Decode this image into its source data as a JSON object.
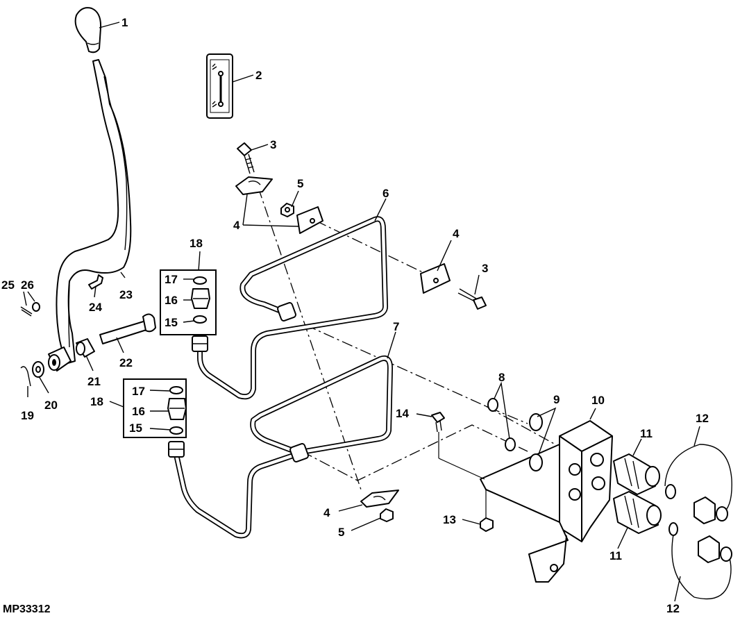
{
  "figure_id": "MP33312",
  "callouts": {
    "c1": "1",
    "c2": "2",
    "c3a": "3",
    "c3b": "3",
    "c4a": "4",
    "c4b": "4",
    "c4c": "4",
    "c5a": "5",
    "c5b": "5",
    "c6": "6",
    "c7": "7",
    "c8": "8",
    "c9": "9",
    "c10": "10",
    "c11a": "11",
    "c11b": "11",
    "c12a": "12",
    "c12b": "12",
    "c13": "13",
    "c14": "14",
    "c15a": "15",
    "c15b": "15",
    "c16a": "16",
    "c16b": "16",
    "c17a": "17",
    "c17b": "17",
    "c18a": "18",
    "c18b": "18",
    "c19": "19",
    "c20": "20",
    "c21": "21",
    "c22": "22",
    "c23": "23",
    "c24": "24",
    "c25": "25",
    "c26": "26"
  }
}
